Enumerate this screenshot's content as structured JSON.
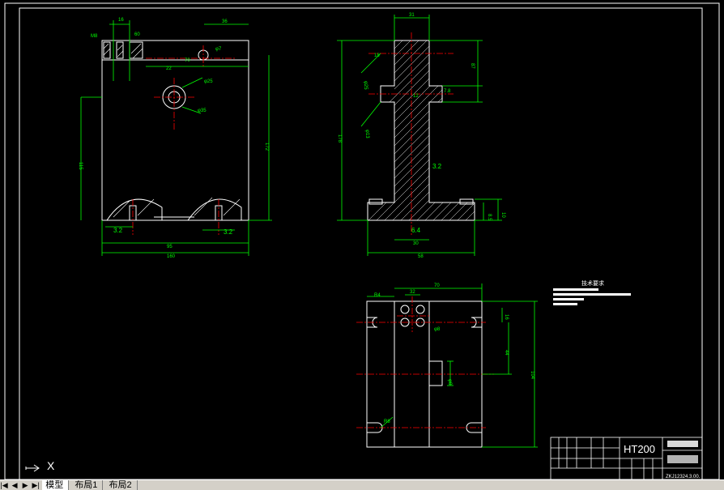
{
  "drawing": {
    "material": "HT200",
    "title_block": {
      "top_left": "",
      "drawing_name": "",
      "code": "ZKJ12324.3.00."
    },
    "tech_requirements": {
      "title": "技术要求"
    },
    "dims_front": [
      "16",
      "M8",
      "60",
      "36",
      "70",
      "22",
      "172",
      "115",
      "φ7",
      "φ25",
      "φ35",
      "3.2",
      "3.2",
      "95",
      "160"
    ],
    "dims_side": [
      "31",
      "18",
      "87",
      "φ25",
      "7.8",
      "φ13",
      "178",
      "3.2",
      "12",
      "6.4",
      "30",
      "58",
      "8.5",
      "10"
    ],
    "dims_plan": [
      "R4",
      "70",
      "32",
      "φ8",
      "16",
      "44",
      "104",
      "φ8",
      "R8"
    ]
  },
  "ucs": {
    "label": "X",
    "icon": "ucs-arrow-icon"
  },
  "layout_tabs": [
    {
      "label": "模型",
      "active": true
    },
    {
      "label": "布局1",
      "active": false
    },
    {
      "label": "布局2",
      "active": false
    }
  ],
  "colors": {
    "background": "#000000",
    "outline": "#ffffff",
    "dimension": "#00ff00",
    "centerline": "#ff0000",
    "hatch": "#ffffff"
  }
}
